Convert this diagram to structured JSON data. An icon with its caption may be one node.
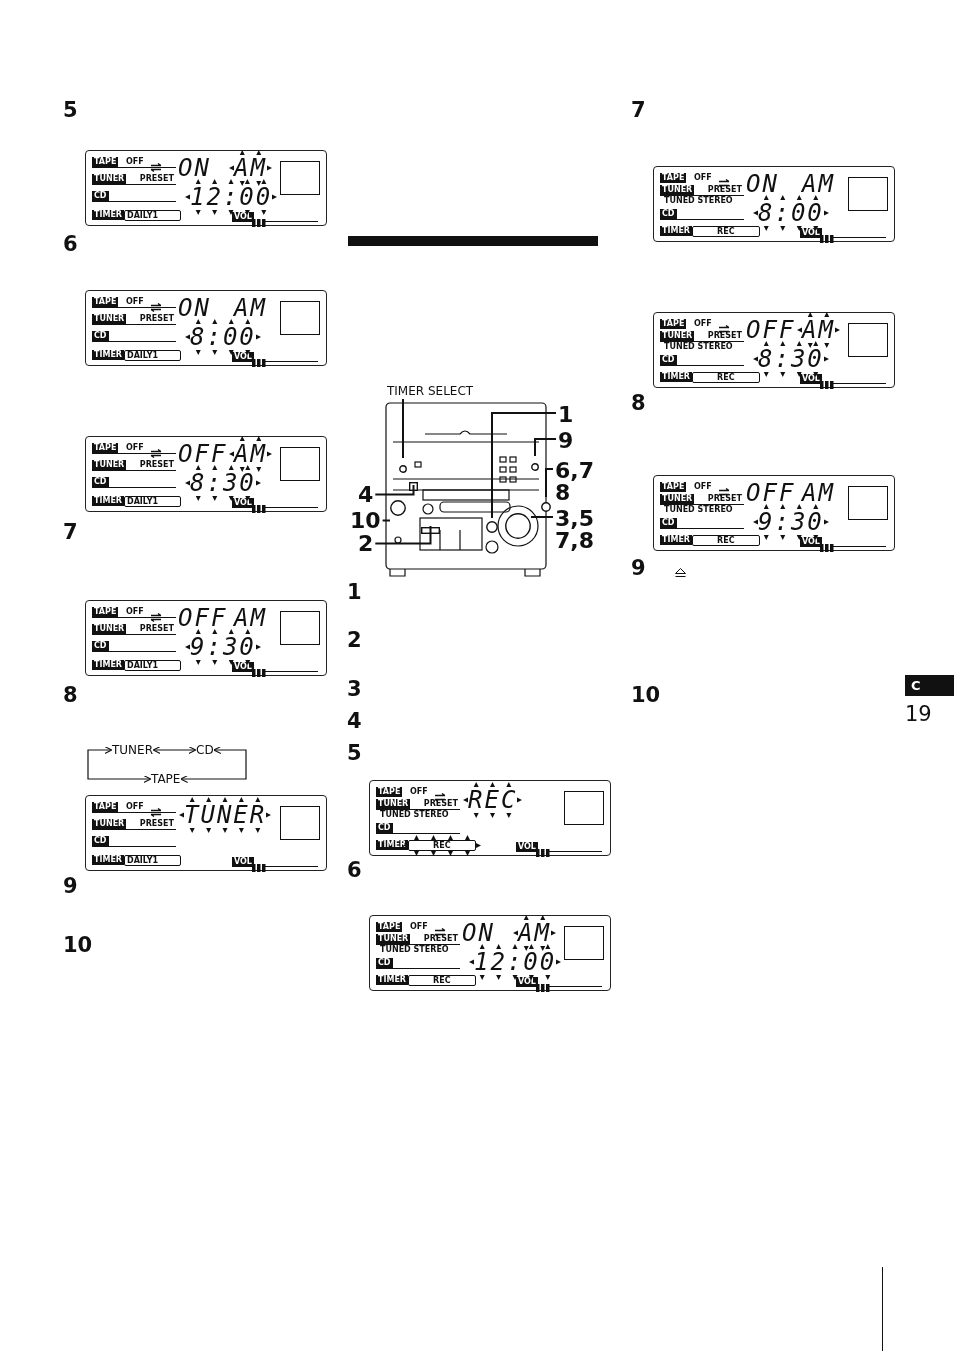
{
  "diagram": {
    "nodes": [
      {
        "text": [
          "TAPE",
          "OFF",
          "TUNER",
          "PRESET",
          "CD",
          "TIMER",
          "DAILY1",
          "VOL",
          "ON",
          "AM",
          "12:00"
        ]
      },
      {
        "text": [
          "TAPE",
          "OFF",
          "TUNER",
          "PRESET",
          "CD",
          "TIMER",
          "DAILY1",
          "VOL",
          "ON",
          "AM",
          "8:00"
        ]
      },
      {
        "text": [
          "TAPE",
          "OFF",
          "TUNER",
          "PRESET",
          "CD",
          "TIMER",
          "DAILY1",
          "VOL",
          "OFF",
          "AM",
          "8:30"
        ]
      },
      {
        "text": [
          "TAPE",
          "OFF",
          "TUNER",
          "PRESET",
          "CD",
          "TIMER",
          "DAILY1",
          "VOL",
          "OFF",
          "AM",
          "9:30"
        ]
      },
      {
        "text": [
          "TUNER"
        ]
      },
      {
        "text": [
          "CD"
        ]
      },
      {
        "text": [
          "TAPE"
        ]
      },
      {
        "text": [
          "TAPE",
          "OFF",
          "TUNER",
          "PRESET",
          "CD",
          "TIMER",
          "DAILY1",
          "VOL",
          "TUNER"
        ]
      },
      {
        "text": [
          "TIMER SELECT"
        ]
      },
      {
        "text": [
          "1"
        ]
      },
      {
        "text": [
          "9"
        ]
      },
      {
        "text": [
          "6,7 8"
        ]
      },
      {
        "text": [
          "4"
        ]
      },
      {
        "text": [
          "10"
        ]
      },
      {
        "text": [
          "3,5 7,8"
        ]
      },
      {
        "text": [
          "2"
        ]
      },
      {
        "text": [
          "TAPE",
          "OFF",
          "TUNER",
          "PRESET",
          "TUNED STEREO",
          "CD",
          "TIMER",
          "REC",
          "VOL",
          "REC"
        ]
      },
      {
        "text": [
          "TAPE",
          "OFF",
          "TUNER",
          "PRESET",
          "TUNED STEREO",
          "CD",
          "TIMER",
          "REC",
          "VOL",
          "ON",
          "AM",
          "12:00"
        ]
      },
      {
        "text": [
          "TAPE",
          "OFF",
          "TUNER",
          "PRESET",
          "TUNED STEREO",
          "CD",
          "TIMER",
          "REC",
          "VOL",
          "ON",
          "AM",
          "8:00"
        ]
      },
      {
        "text": [
          "TAPE",
          "OFF",
          "TUNER",
          "PRESET",
          "TUNED STEREO",
          "CD",
          "TIMER",
          "REC",
          "VOL",
          "OFF",
          "AM",
          "8:30"
        ]
      },
      {
        "text": [
          "TAPE",
          "OFF",
          "TUNER",
          "PRESET",
          "TUNED STEREO",
          "CD",
          "TIMER",
          "REC",
          "VOL",
          "OFF",
          "AM",
          "9:30"
        ]
      },
      {
        "text": [
          "C"
        ],
        "beside": [
          "19"
        ]
      },
      {
        "text": [],
        "shape": "circle"
      },
      {
        "text": [],
        "shape": "circle"
      },
      {
        "text": [],
        "shape": "box"
      },
      {
        "text": [],
        "shape": "circle"
      },
      {
        "text": [],
        "shape": "circle"
      },
      {
        "text": [],
        "shape": "circle"
      },
      {
        "text": [],
        "shape": "circle"
      },
      {
        "text": [],
        "shape": "box"
      }
    ],
    "edges": [
      {
        "from": 4,
        "to": 5,
        "arrow": "both"
      },
      {
        "from": 6,
        "to": 4,
        "arrow": "both"
      },
      {
        "from": 5,
        "to": 6,
        "arrow": "both"
      },
      {
        "from": 8,
        "to": 22,
        "arrow": "none"
      },
      {
        "from": 9,
        "to": 26,
        "arrow": "none"
      },
      {
        "from": 10,
        "to": 23,
        "arrow": "none"
      },
      {
        "from": 11,
        "to": 27,
        "arrow": "none"
      },
      {
        "from": 12,
        "to": 24,
        "arrow": "none"
      },
      {
        "from": 13,
        "to": 25,
        "arrow": "none"
      },
      {
        "from": 14,
        "to": 28,
        "arrow": "none"
      },
      {
        "from": 15,
        "to": 29,
        "arrow": "none"
      }
    ],
    "labels": [
      "5",
      "6",
      "7",
      "8",
      "9",
      "10",
      "1",
      "2",
      "3",
      "4",
      "5",
      "6",
      "7",
      "8",
      "9",
      "10"
    ]
  }
}
